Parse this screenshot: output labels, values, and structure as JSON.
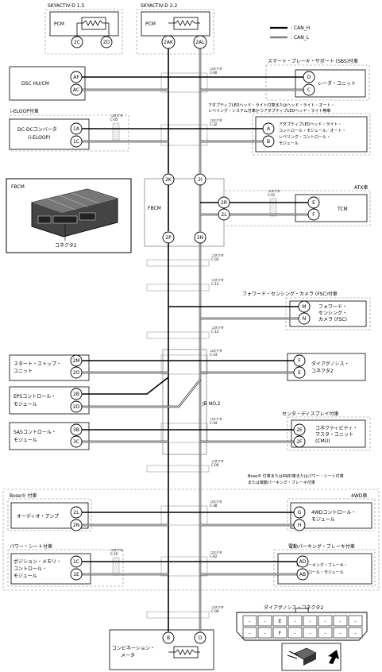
{
  "title_left": "SKYACTIV-D 1.5",
  "title_right": "SKYACTIV-D 2.2",
  "legend": {
    "can_h": ": CAN_H",
    "can_l": ": CAN_L"
  },
  "modules": {
    "pcm1": "PCM",
    "pcm2": "PCM",
    "dsc": "DSC HU/CM",
    "dcdc": [
      "DC-DCコンバータ",
      "(i-ELOOP)"
    ],
    "radar": "レーダ・ユニット",
    "led": [
      "アダプティブLEDヘッド・ライト・",
      "コントロール・モジュール／オート・",
      "レベリング・コントロール・",
      "モジュール"
    ],
    "fbcm": "FBCM",
    "fbcm_photo": "FBCM",
    "fbcm_photo_label": "コネクタ2",
    "tcm": "TCM",
    "fsc": [
      "フォワード・",
      "センシング・",
      "カメラ (FSC)"
    ],
    "startstop": [
      "スタート・ストップ・",
      "ユニット"
    ],
    "diag": [
      "ダイアグノシス・",
      "コネクタ2"
    ],
    "eps": [
      "EPSコントロール・",
      "モジュール"
    ],
    "jb": "JB NO.2",
    "sas": [
      "SASコントロール・",
      "モジュール"
    ],
    "cmu": [
      "コネクティビティ・",
      "マスタ・ユニット",
      "(CMU)"
    ],
    "audio": "オーディオ・アンプ",
    "awd": [
      "4WDコントロール・",
      "モジュール"
    ],
    "seat": [
      "ポジション・メモリ・",
      "コントロール・",
      "モジュール"
    ],
    "epb": [
      "電動パーキング・ブレーキ・",
      "コントロール・モジュール"
    ],
    "meter": [
      "コンビネーション・",
      "メータ"
    ]
  },
  "groups": {
    "sbs": "スマート・ブレーキ・サポート (SBS)付車",
    "ieloop": "i-ELOOP付車",
    "led": [
      "アダプティブLEDヘッド・ライト付車またはヘッド・ライト・オート・",
      "レベリング・システム付車かつアダプティブLEDヘッド・ライト無車"
    ],
    "atx": "ATX車",
    "fsc": "フォワード・センシング・カメラ (FSC)付車",
    "cmu": "センタ・ディスプレイ付車",
    "bose": [
      "Bose® 付車または4WD車またはパワー・シート付車",
      "または電動パーキング・ブレーキ付車"
    ],
    "bose_sub": "Bose® 付車",
    "awd_sub": "4WD車",
    "seat_sub": "パワー・シート付車",
    "epb_sub": "電動パーキング・ブレーキ付車"
  },
  "connector_word": "コネクタ",
  "connectors": [
    "C-60",
    "C-05",
    "C-32",
    "C-01",
    "C-03",
    "C-12",
    "C-12",
    "C-33",
    "C-34",
    "C-09",
    "C-38",
    "C-25",
    "C-62",
    "C-09"
  ],
  "pins": {
    "pcm1": [
      "2C",
      "2D"
    ],
    "pcm2": [
      "2AK",
      "2AL"
    ],
    "dsc": [
      "AF",
      "AC"
    ],
    "radar": [
      "D",
      "C"
    ],
    "dcdc": [
      "1A",
      "1C"
    ],
    "led": [
      "A",
      "B"
    ],
    "fbcm_top": [
      "2K",
      "2I"
    ],
    "fbcm_bot": [
      "2P",
      "2N"
    ],
    "fbcm_tcm": [
      "2R",
      "2L"
    ],
    "tcm": [
      "E",
      "F"
    ],
    "fsc": [
      "M",
      "N"
    ],
    "startstop": [
      "2M",
      "2O"
    ],
    "diag": [
      "F",
      "E"
    ],
    "eps": [
      "2B",
      "2D"
    ],
    "sas": [
      "3B",
      "3C"
    ],
    "cmu": [
      "2E",
      "2F"
    ],
    "audio": [
      "2L",
      "2N"
    ],
    "awd": [
      "G",
      "H"
    ],
    "seat": [
      "1C",
      "1E"
    ],
    "epb": [
      "AD",
      "AB"
    ],
    "meter": [
      "B",
      "D"
    ]
  },
  "diag_connector": {
    "title": "ダイアグノシス・コネクタ2",
    "top_row": [
      "-",
      "-",
      "E",
      "-",
      "-",
      "-",
      "-",
      "-"
    ],
    "bottom_row": [
      "-",
      "-",
      "F",
      "-",
      "-",
      "-",
      "-",
      "-"
    ]
  }
}
